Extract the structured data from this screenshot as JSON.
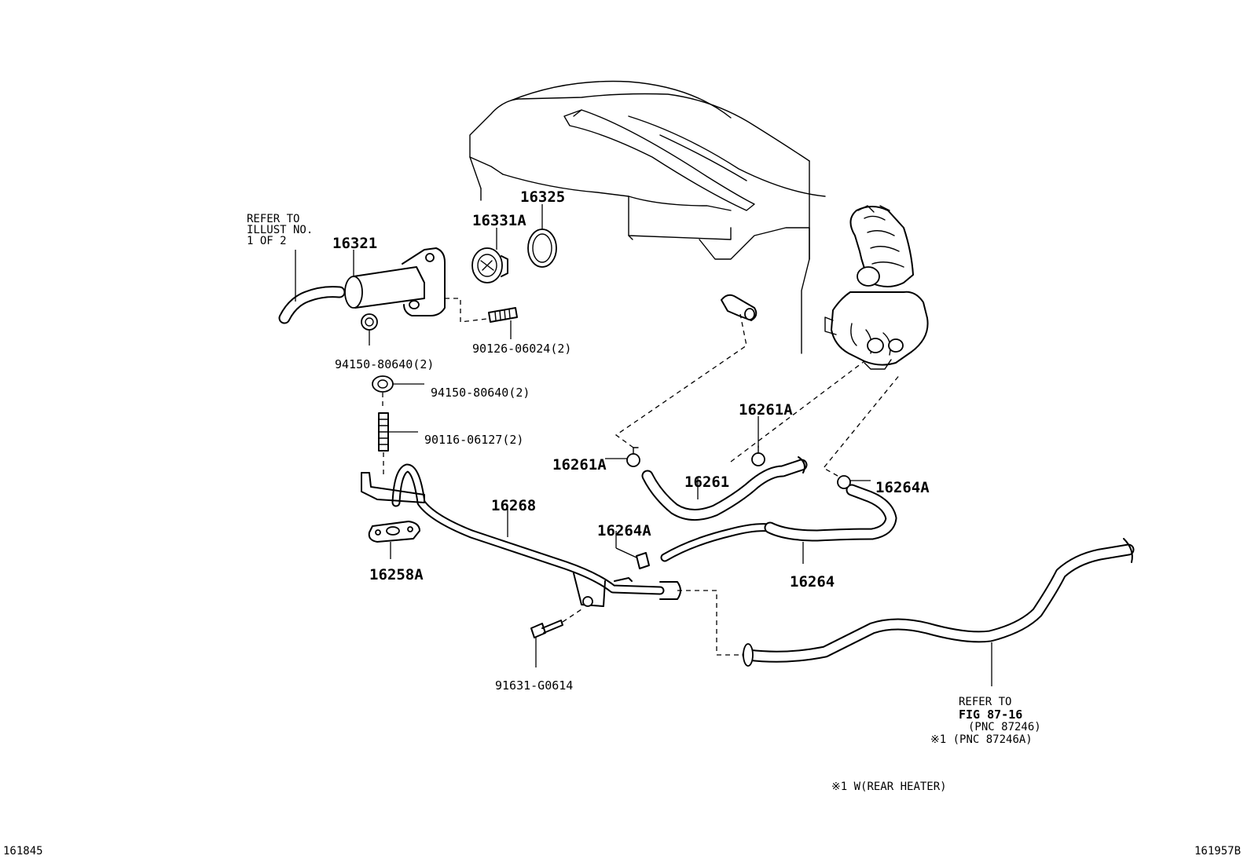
{
  "parts": {
    "p16321": "16321",
    "p16331A": "16331A",
    "p16325": "16325",
    "p90126": "90126-06024(2)",
    "p94150a": "94150-80640(2)",
    "p94150b": "94150-80640(2)",
    "p90116": "90116-06127(2)",
    "p16261A_top": "16261A",
    "p16261A_left": "16261A",
    "p16261": "16261",
    "p16264A_right": "16264A",
    "p16264A_left": "16264A",
    "p16264": "16264",
    "p16268": "16268",
    "p16258A": "16258A",
    "p91631": "91631-G0614"
  },
  "notes": {
    "refer_illust": [
      "REFER TO",
      "ILLUST NO.",
      "1 OF 2"
    ],
    "refer_fig": [
      "REFER TO",
      "FIG 87-16",
      "(PNC 87246)",
      "※1 (PNC 87246A)"
    ],
    "footnote": "※1 W(REAR HEATER)"
  },
  "corner_ids": {
    "left": "161845",
    "right": "161957B"
  }
}
